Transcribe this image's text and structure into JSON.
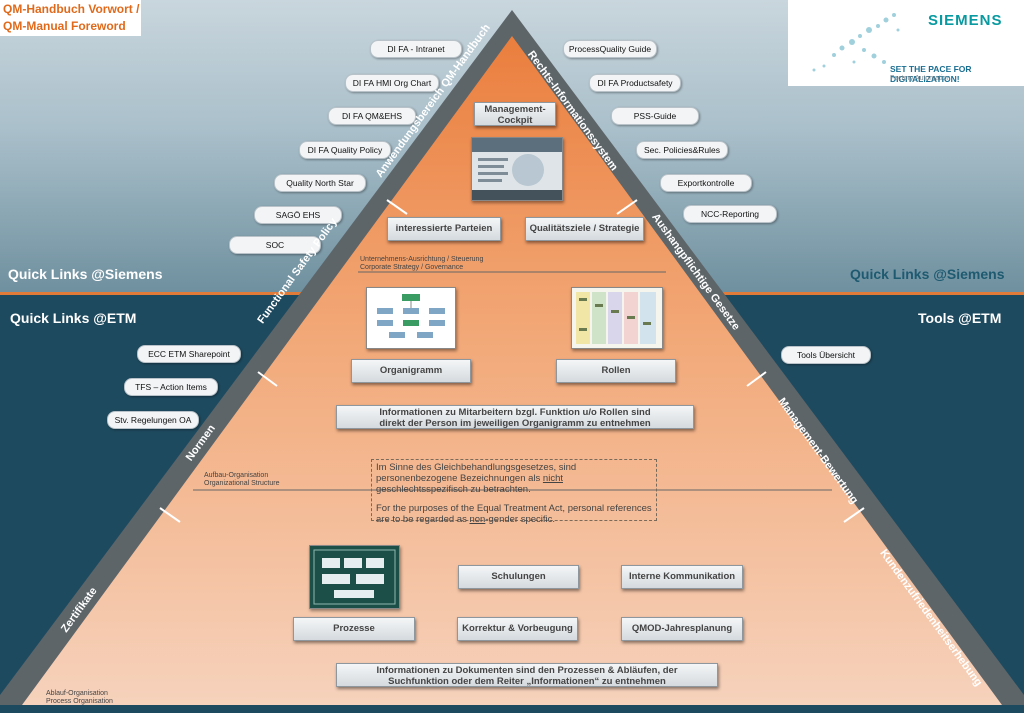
{
  "header": {
    "title_de": "QM-Handbuch Vorwort /",
    "title_en": "QM-Manual Foreword"
  },
  "logo": {
    "brand": "SIEMENS",
    "slogan": "SET THE PACE FOR DIGITALIZATION!",
    "subtitle": "Factory Automation"
  },
  "headings": {
    "quick_links_siemens_left": "Quick Links @Siemens",
    "quick_links_siemens_right": "Quick Links @Siemens",
    "quick_links_etm": "Quick Links @ETM",
    "tools_etm": "Tools @ETM"
  },
  "left_links_top": [
    "DI FA - Intranet",
    "DI FA HMI Org Chart",
    "DI FA QM&EHS",
    "DI FA Quality Policy",
    "Quality North Star",
    "SAGÖ EHS",
    "SOC"
  ],
  "right_links_top": [
    "ProcessQuality Guide",
    "DI FA Productsafety",
    "PSS-Guide",
    "Sec. Policies&Rules",
    "Exportkontrolle",
    "NCC-Reporting"
  ],
  "left_links_bottom": [
    "ECC ETM Sharepoint",
    "TFS – Action Items",
    "Stv. Regelungen OA"
  ],
  "right_links_bottom": [
    "Tools Übersicht"
  ],
  "bands": {
    "left": [
      "Anwendungsbereich QM-Handbuch",
      "Functional Safety Policy",
      "Normen",
      "Zertifikate"
    ],
    "right": [
      "Rechts-Informationssystem",
      "Aushangpflichtige Gesetze",
      "Management-Bewertung",
      "Kundenzufriedenheitserhebung"
    ]
  },
  "pyramid": {
    "cockpit": "Management-Cockpit",
    "parties": "interessierte Parteien",
    "goals": "Qualitätsziele / Strategie",
    "level1_de": "Unternehmens-Ausrichtung / Steuerung",
    "level1_en": "Corporate Strategy / Governance",
    "org_chart": "Organigramm",
    "roles": "Rollen",
    "employee_info": "Informationen zu Mitarbeitern bzgl. Funktion u/o Rollen sind direkt der Person im jeweiligen Organigramm zu entnehmen",
    "level2_de": "Aufbau-Organisation",
    "level2_en": "Organizational Structure",
    "notice_de_1": "Im Sinne des Gleichbehandlungsgesetzes, sind personenbezogene Bezeichnungen als ",
    "notice_de_em": "nicht",
    "notice_de_2": " geschlechtsspezifisch zu betrachten.",
    "notice_en_1": "For the purposes of the Equal Treatment Act, personal references are to be regarded as ",
    "notice_en_em": "non",
    "notice_en_2": "-gender specific.",
    "trainings": "Schulungen",
    "internal_comm": "Interne Kommunikation",
    "processes": "Prozesse",
    "correction": "Korrektur & Vorbeugung",
    "planning": "QMOD-Jahresplanung",
    "doc_info": "Informationen zu Dokumenten sind den Prozessen & Abläufen, der Suchfunktion oder dem Reiter „Informationen“ zu entnehmen",
    "level3_de": "Ablauf-Organisation",
    "level3_en": "Process Organisation"
  }
}
